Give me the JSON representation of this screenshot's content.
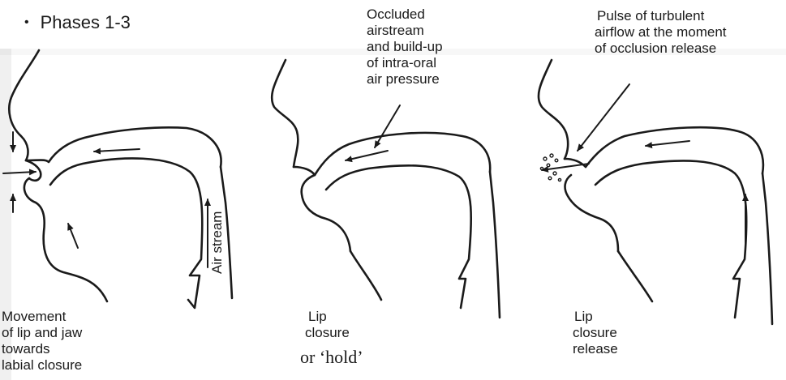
{
  "bullet": "Phases 1-3",
  "panel1": {
    "movement_lines": [
      "Movement",
      "of lip and jaw",
      "towards",
      "labial closure"
    ],
    "airstream_label": "Air stream"
  },
  "panel2": {
    "top_lines": [
      "Occluded",
      "airstream",
      "and build-up",
      "of intra-oral",
      "air pressure"
    ],
    "bottom_lines": [
      "Lip",
      "closure"
    ],
    "hold_label": "or ‘hold’"
  },
  "panel3": {
    "top_lines": [
      "Pulse of turbulent",
      "airflow at the moment",
      "of occlusion release"
    ],
    "bottom_lines": [
      "Lip",
      "closure",
      "release"
    ]
  },
  "colors": {
    "ink": "#1a1a1a",
    "background": "#ffffff"
  }
}
